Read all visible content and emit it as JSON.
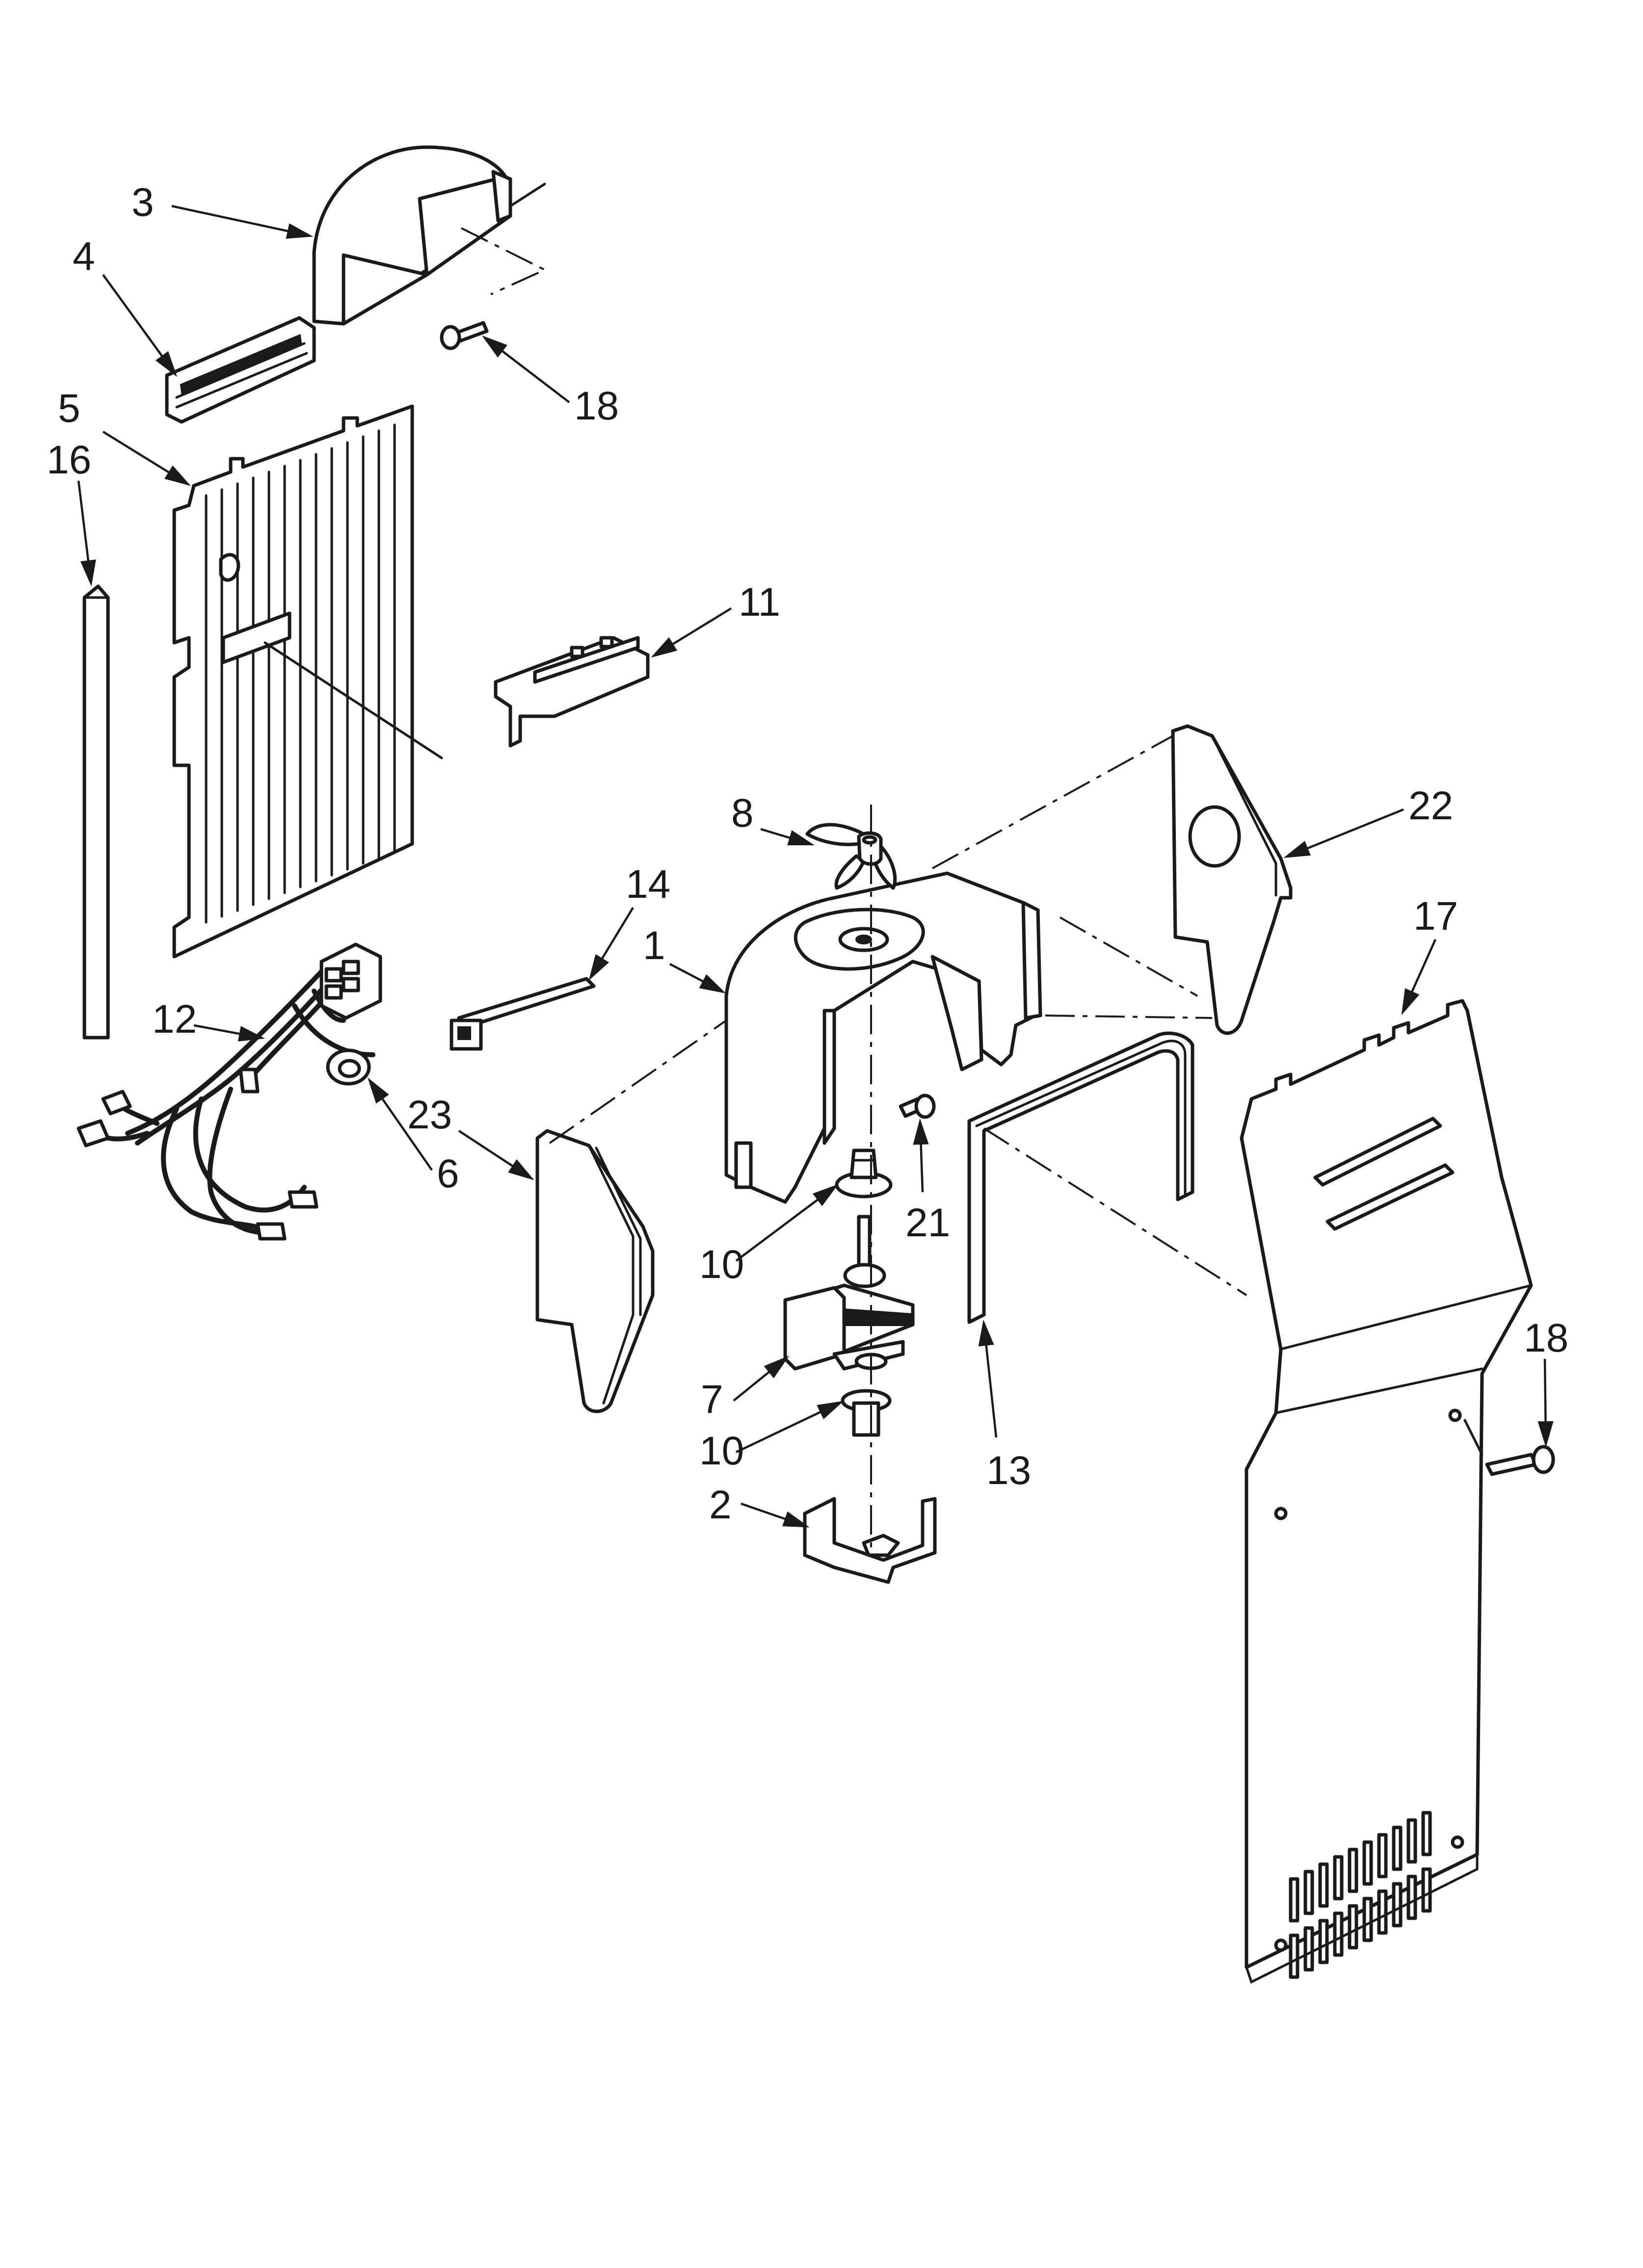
{
  "diagram": {
    "parts": [
      {
        "id": "1",
        "shape": "fan-housing"
      },
      {
        "id": "2",
        "shape": "motor-bracket"
      },
      {
        "id": "3",
        "shape": "air-diffuser"
      },
      {
        "id": "4",
        "shape": "damper-grille"
      },
      {
        "id": "5",
        "shape": "evaporator-cover"
      },
      {
        "id": "6",
        "shape": "grommet"
      },
      {
        "id": "7",
        "shape": "fan-motor"
      },
      {
        "id": "8",
        "shape": "fan-blade"
      },
      {
        "id": "10",
        "shape": "motor-grommet"
      },
      {
        "id": "11",
        "shape": "thermostat-bracket"
      },
      {
        "id": "12",
        "shape": "wiring-harness"
      },
      {
        "id": "13",
        "shape": "gasket"
      },
      {
        "id": "14",
        "shape": "cable-tie"
      },
      {
        "id": "16",
        "shape": "insulation-strip"
      },
      {
        "id": "17",
        "shape": "rear-panel"
      },
      {
        "id": "18",
        "shape": "screw"
      },
      {
        "id": "21",
        "shape": "screw"
      },
      {
        "id": "22",
        "shape": "side-panel"
      },
      {
        "id": "23",
        "shape": "foam-block"
      }
    ],
    "callouts": [
      {
        "label": "3"
      },
      {
        "label": "4"
      },
      {
        "label": "18"
      },
      {
        "label": "5"
      },
      {
        "label": "16"
      },
      {
        "label": "11"
      },
      {
        "label": "8"
      },
      {
        "label": "22"
      },
      {
        "label": "14"
      },
      {
        "label": "1"
      },
      {
        "label": "17"
      },
      {
        "label": "12"
      },
      {
        "label": "23"
      },
      {
        "label": "6"
      },
      {
        "label": "21"
      },
      {
        "label": "10"
      },
      {
        "label": "18"
      },
      {
        "label": "7"
      },
      {
        "label": "10"
      },
      {
        "label": "13"
      },
      {
        "label": "2"
      }
    ]
  }
}
